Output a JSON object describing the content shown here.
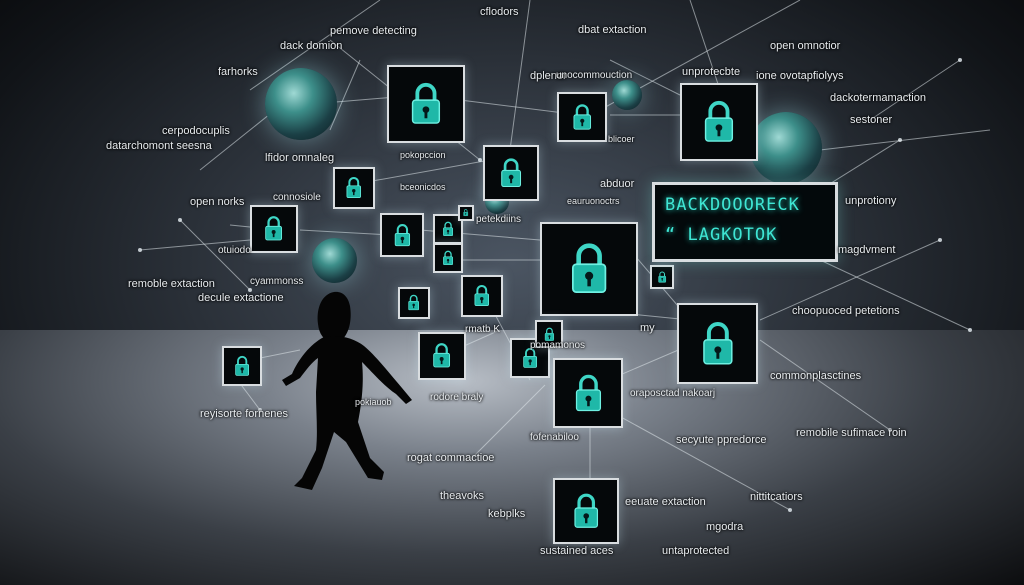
{
  "billboard": {
    "line1": "BACKDOOORECK",
    "line2": "“ LAGKOTOK"
  },
  "labels": [
    "pemove detecting",
    "cflodors",
    "dbat extaction",
    "dack domion",
    "farhorks",
    "open omnotior",
    "dplenor",
    "unocommouction",
    "unprotecbte",
    "ione ovotapfiolyys",
    "dackotermamaction",
    "cerpodocuplis",
    "datarchomont seesna",
    "sestoner",
    "lfidor omnaleg",
    "open norks",
    "blicoer",
    "pokopccion",
    "abduor",
    "bceonicdos",
    "connosiole",
    "unprotiony",
    "petekdiins",
    "otuiodo",
    "eauruonoctrs",
    "magdvment",
    "remoble extaction",
    "cyammonss",
    "decule extactione",
    "choopuoced petetions",
    "rmatb K",
    "pomamonos",
    "my",
    "commonplasctines",
    "reyisorte fornenes",
    "pokiauob",
    "rodore braly",
    "oraposctad nakoarj",
    "remobile sufimace roin",
    "secyute ppredorce",
    "rogat commactioe",
    "fofenabiloo",
    "theavoks",
    "eeuate extaction",
    "nittitcatiors",
    "kebplks",
    "mgodra",
    "sustained aces",
    "untaprotected"
  ]
}
